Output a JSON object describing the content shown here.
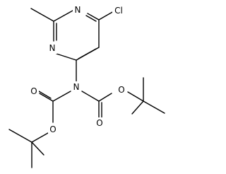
{
  "molecule": {
    "atoms": {
      "chlorine": "Cl",
      "ring_nitrogen_top": "N",
      "ring_nitrogen_left": "N",
      "amide_nitrogen": "N",
      "carbonyl_oxygen_left": "O",
      "carbonyl_oxygen_right": "O",
      "ester_oxygen_left": "O",
      "ester_oxygen_right": "O"
    }
  }
}
